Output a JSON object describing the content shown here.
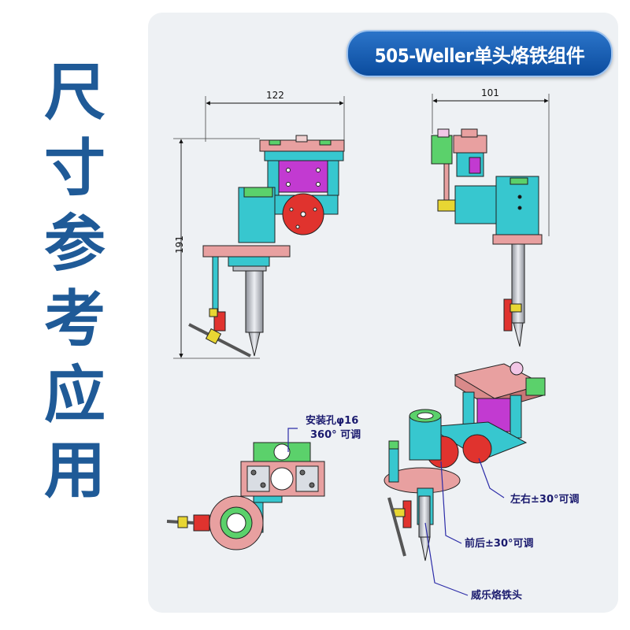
{
  "side_title": [
    "尺",
    "寸",
    "参",
    "考",
    "应",
    "用"
  ],
  "header": {
    "title": "505-Weller单头烙铁组件"
  },
  "dimensions": {
    "front_width": "122",
    "front_height": "191",
    "side_width": "101"
  },
  "annotations": {
    "mount_hole_line1": "安装孔φ16",
    "mount_hole_line2": "360° 可调",
    "left_right": "左右±30°可调",
    "front_back": "前后±30°可调",
    "weller_tip": "威乐烙铁头"
  },
  "colors": {
    "title_blue": "#1f5a97",
    "cyan": "#37c7cf",
    "pink": "#e8a0a0",
    "magenta": "#c23ad1",
    "red": "#e0332e",
    "green": "#5bd16b",
    "gray": "#b9bec6",
    "yellow": "#e8d633"
  }
}
